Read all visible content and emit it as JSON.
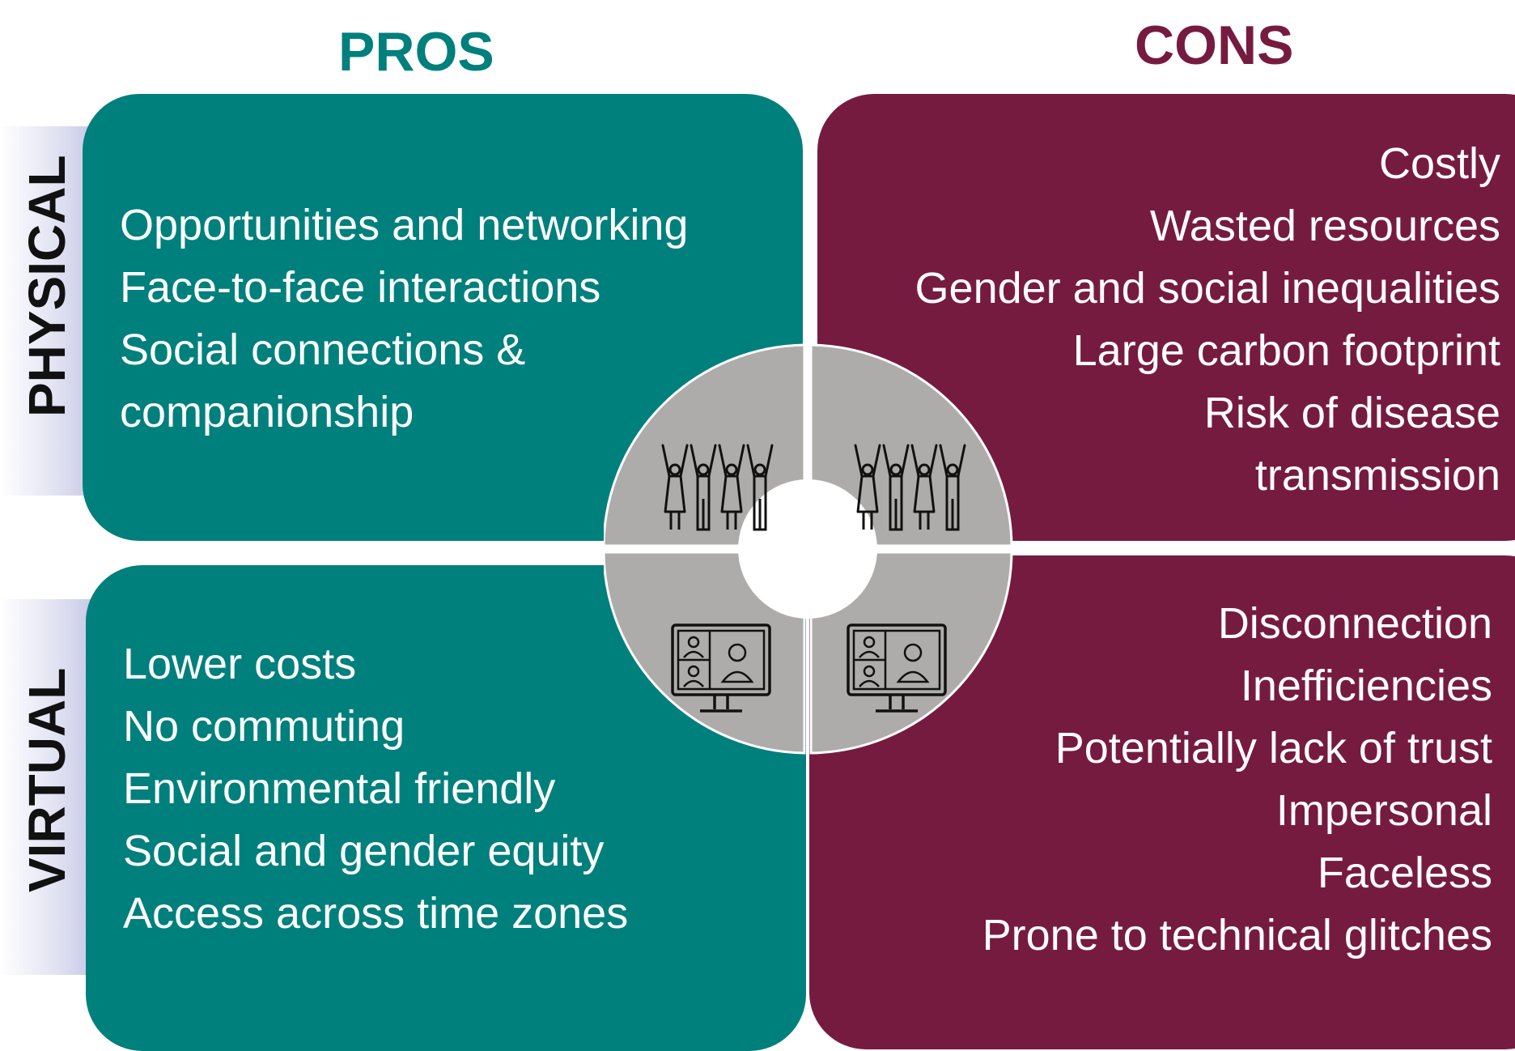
{
  "headings": {
    "pros": "PROS",
    "cons": "CONS"
  },
  "rows": {
    "physical": "PHYSICAL",
    "virtual": "VIRTUAL"
  },
  "colors": {
    "pros": "#00807C",
    "cons": "#761B40",
    "wheel": "#AEACAB"
  },
  "physical": {
    "pros": [
      "Opportunities and networking",
      "Face-to-face interactions",
      "Social connections &",
      "companionship"
    ],
    "cons": [
      "Costly",
      "Wasted resources",
      "Gender and social inequalities",
      "Large carbon footprint",
      "Risk of disease",
      "transmission"
    ]
  },
  "virtual": {
    "pros": [
      "Lower costs",
      "No commuting",
      "Environmental friendly",
      "Social and gender equity",
      "Access across time zones"
    ],
    "cons": [
      "Disconnection",
      "Inefficiencies",
      "Potentially lack of trust",
      "Impersonal",
      "Faceless",
      "Prone to technical glitches"
    ]
  },
  "icons": {
    "top_left": "people-group-icon",
    "top_right": "people-group-icon",
    "bottom_left": "video-call-monitor-icon",
    "bottom_right": "video-call-monitor-icon"
  }
}
